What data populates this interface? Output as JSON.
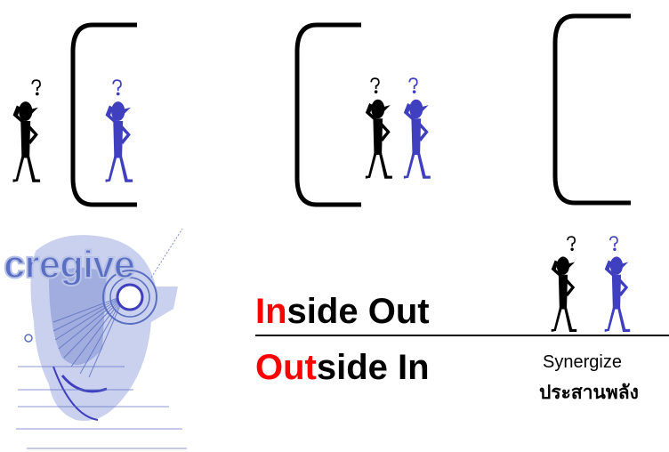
{
  "slogan": {
    "line1_highlight": "In",
    "line1_rest": "side Out",
    "line2_highlight": "Out",
    "line2_rest": "side In"
  },
  "synergy": {
    "label_en": "Synergize",
    "label_th": "ประสานพลัง"
  },
  "logo": {
    "text": "cregive"
  },
  "colors": {
    "highlight": "#ff0000",
    "figure_black": "#000000",
    "figure_blue": "#3f3fbf",
    "logo_blue": "#5a6fc2",
    "logo_light": "#b8c2e8"
  },
  "icons": [
    "bracket-frame",
    "thinking-figure-black",
    "thinking-figure-blue",
    "question-mark"
  ]
}
